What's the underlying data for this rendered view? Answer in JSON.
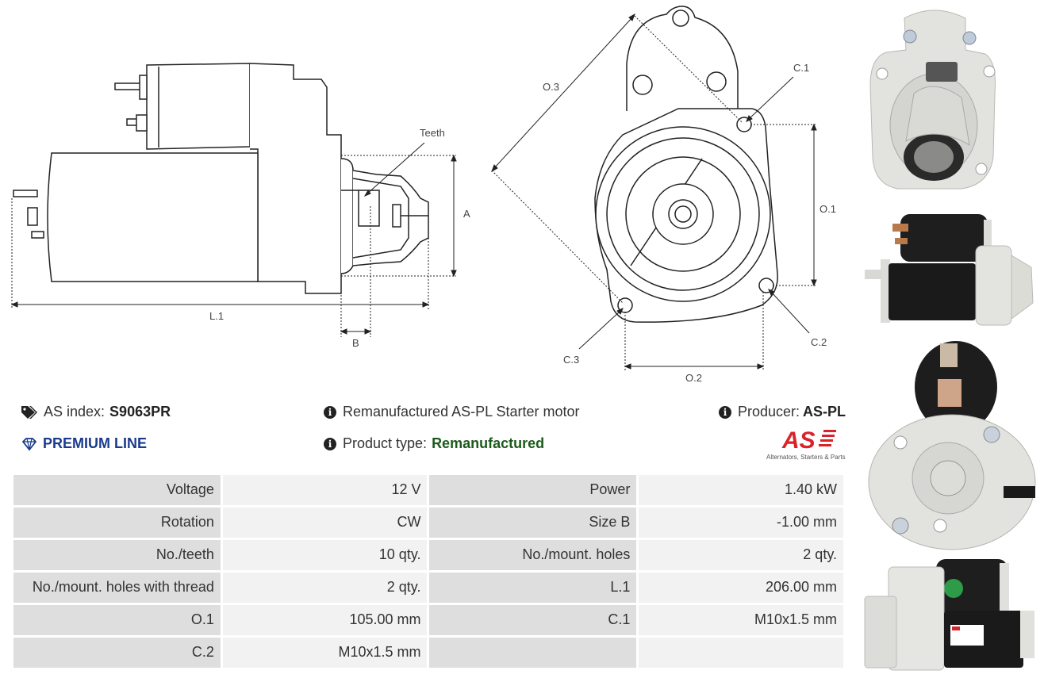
{
  "drawing": {
    "side_labels": {
      "teeth": "Teeth",
      "a": "A",
      "l1": "L.1",
      "b": "B"
    },
    "front_labels": {
      "o3": "O.3",
      "c1": "C.1",
      "o1": "O.1",
      "c2": "C.2",
      "c3": "C.3",
      "o2": "O.2"
    }
  },
  "info": {
    "as_index_label": "AS index:",
    "as_index_value": "S9063PR",
    "premium": "PREMIUM LINE",
    "description": "Remanufactured AS-PL Starter motor",
    "product_type_label": "Product type:",
    "product_type_value": "Remanufactured",
    "producer_label": "Producer:",
    "producer_value": "AS-PL",
    "logo_text": "AS",
    "logo_tagline": "Alternators, Starters & Parts"
  },
  "specs": [
    [
      "Voltage",
      "12 V",
      "Power",
      "1.40 kW"
    ],
    [
      "Rotation",
      "CW",
      "Size B",
      "-1.00 mm"
    ],
    [
      "No./teeth",
      "10 qty.",
      "No./mount. holes",
      "2 qty."
    ],
    [
      "No./mount. holes with thread",
      "2 qty.",
      "L.1",
      "206.00 mm"
    ],
    [
      "O.1",
      "105.00 mm",
      "C.1",
      "M10x1.5 mm"
    ],
    [
      "C.2",
      "M10x1.5 mm",
      "",
      ""
    ]
  ],
  "colors": {
    "premium": "#1a3b8c",
    "product_type": "#1c5a1c",
    "logo_red": "#d9232a"
  }
}
